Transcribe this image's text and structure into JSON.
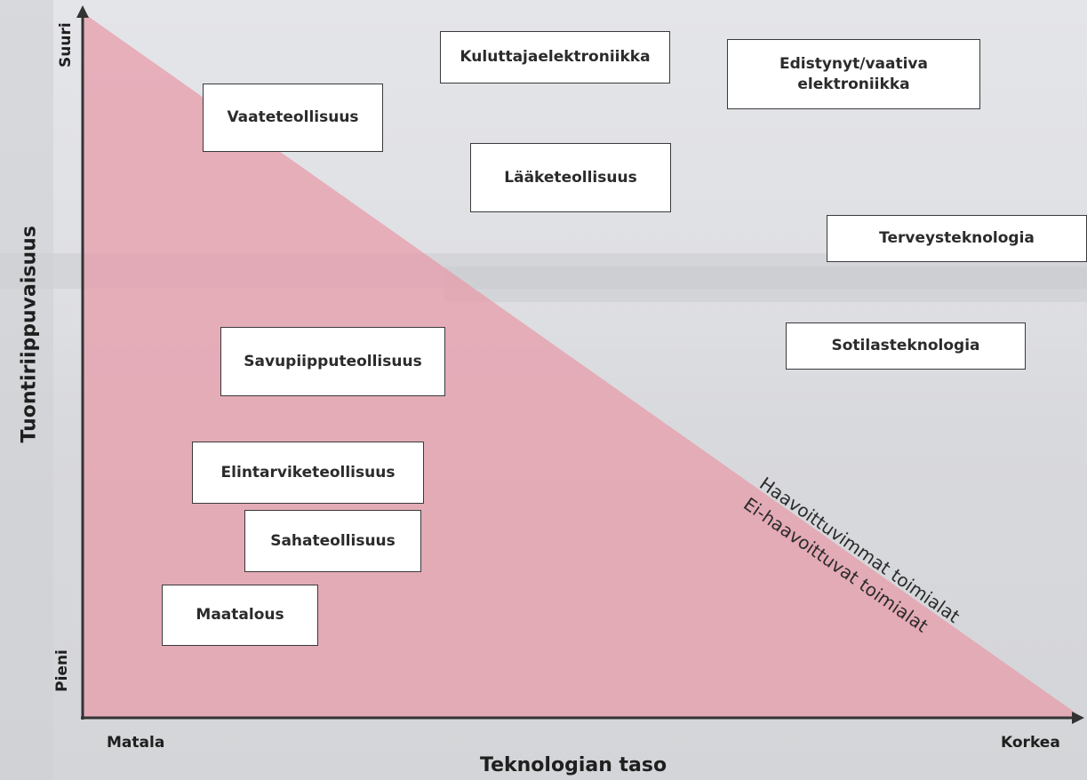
{
  "chart": {
    "y_axis_title": "Tuontiriippuvaisuus",
    "y_tick_high": "Suuri",
    "y_tick_low": "Pieni",
    "x_axis_title": "Teknologian taso",
    "x_tick_low": "Matala",
    "x_tick_high": "Korkea",
    "zone_label_vulnerable": "Haavoittuvimmat toimialat",
    "zone_label_non_vulnerable": "Ei-haavoittuvat toimialat",
    "triangle_color": "#e79aa8",
    "industries": {
      "kuluttaja": "Kuluttajaelektroniikka",
      "edistynyt": "Edistynyt/vaativa elektroniikka",
      "vaate": "Vaateteollisuus",
      "laake": "Lääketeollisuus",
      "terveys": "Terveysteknologia",
      "sotilas": "Sotilasteknologia",
      "savupiippu": "Savupiipputeollisuus",
      "elintarvike": "Elintarviketeollisuus",
      "saha": "Sahateollisuus",
      "maatalous": "Maatalous"
    }
  }
}
